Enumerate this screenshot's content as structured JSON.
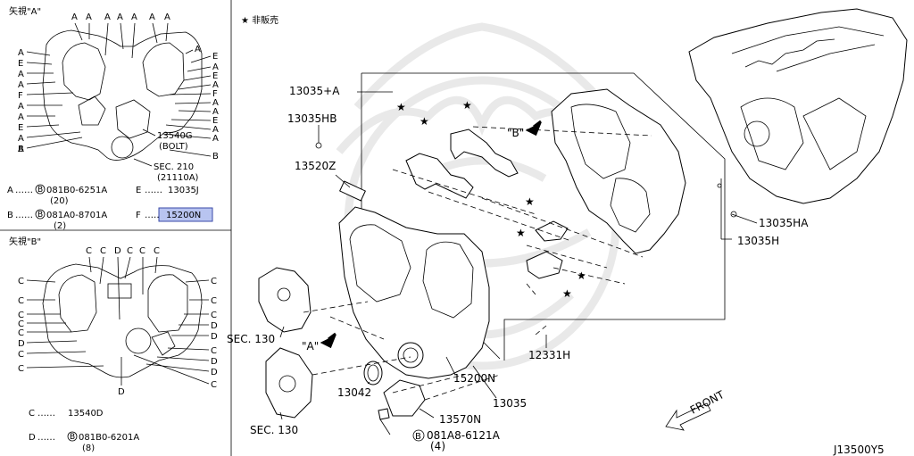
{
  "view_a": {
    "title": "矢視\"A\"",
    "top_letters": [
      "A",
      "A",
      "A",
      "A",
      "A",
      "A",
      "A"
    ],
    "left_letters": [
      "A",
      "E",
      "A",
      "A",
      "F",
      "A",
      "A",
      "E",
      "A",
      "A",
      "B"
    ],
    "right_letters": [
      "A",
      "E",
      "A",
      "E",
      "A",
      "F",
      "A",
      "A",
      "E",
      "A",
      "A"
    ],
    "bolt_label_1": "13540G",
    "bolt_label_2": "(BOLT)",
    "b_right": "B",
    "sec_label_1": "SEC. 210",
    "sec_label_2": "(21110A)"
  },
  "legend_a": {
    "a_key": "A",
    "a_dots": "……",
    "a_circle": "B",
    "a_part": "081B0-6251A",
    "a_qty": "(20)",
    "e_key": "E",
    "e_dots": "……",
    "e_part": "13035J",
    "b_key": "B",
    "b_dots": "……",
    "b_circle": "B",
    "b_part": "081A0-8701A",
    "b_qty": "(2)",
    "f_key": "F",
    "f_dots": "……",
    "f_part": "15200N"
  },
  "view_b": {
    "title": "矢視\"B\"",
    "top_letters": [
      "C",
      "C",
      "D",
      "C",
      "C",
      "C"
    ],
    "left_letters": [
      "C",
      "C",
      "C",
      "C",
      "C",
      "D",
      "C",
      "C"
    ],
    "right_letters": [
      "C",
      "C",
      "C",
      "D",
      "D",
      "C",
      "D",
      "D",
      "C"
    ],
    "bottom_letter": "D"
  },
  "legend_b": {
    "c_key": "C",
    "c_dots": "……",
    "c_part": "13540D",
    "d_key": "D",
    "d_dots": "……",
    "d_circle": "B",
    "d_part": "081B0-6201A",
    "d_qty": "(8)"
  },
  "main": {
    "not_sold": "★ 非販売",
    "labels": {
      "p13035a": "13035+A",
      "p13035hb": "13035HB",
      "p13520z": "13520Z",
      "view_b_arrow": "\"B\"",
      "view_a_arrow": "\"A\"",
      "sec130_top": "SEC. 130",
      "sec130_bottom": "SEC. 130",
      "p13042": "13042",
      "p13570n": "13570N",
      "bolt_circle": "B",
      "bolt_part": "081A8-6121A",
      "bolt_qty": "(4)",
      "p15200n": "15200N",
      "p13035": "13035",
      "p12331h": "12331H",
      "p13035ha": "13035HA",
      "p13035h": "13035H",
      "front": "FRONT"
    },
    "diagram_code": "J13500Y5"
  },
  "colors": {
    "highlight_fill": "#b8c4f0",
    "highlight_border": "#3a4aa8",
    "watermark": "#e9e9e9"
  }
}
